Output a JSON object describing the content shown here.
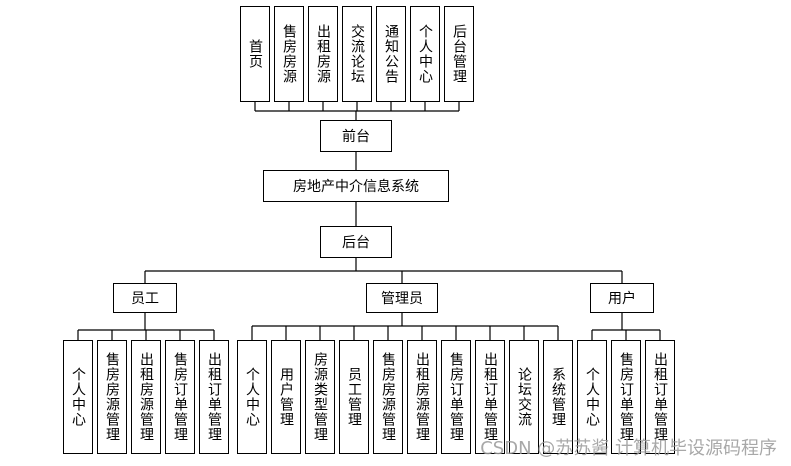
{
  "frontend": {
    "label": "前台",
    "items": [
      "首页",
      "售房房源",
      "出租房源",
      "交流论坛",
      "通知公告",
      "个人中心",
      "后台管理"
    ]
  },
  "system": {
    "label": "房地产中介信息系统"
  },
  "backend": {
    "label": "后台"
  },
  "roles": [
    {
      "label": "员工",
      "items": [
        "个人中心",
        "售房房源管理",
        "出租房源管理",
        "售房订单管理",
        "出租订单管理"
      ]
    },
    {
      "label": "管理员",
      "items": [
        "个人中心",
        "用户管理",
        "房源类型管理",
        "员工管理",
        "售房房源管理",
        "出租房源管理",
        "售房订单管理",
        "出租订单管理",
        "论坛交流",
        "系统管理"
      ]
    },
    {
      "label": "用户",
      "items": [
        "个人中心",
        "售房订单管理",
        "出租订单管理"
      ]
    }
  ],
  "watermark": "CSDN @苏苏酱  计算机毕设源码程序"
}
